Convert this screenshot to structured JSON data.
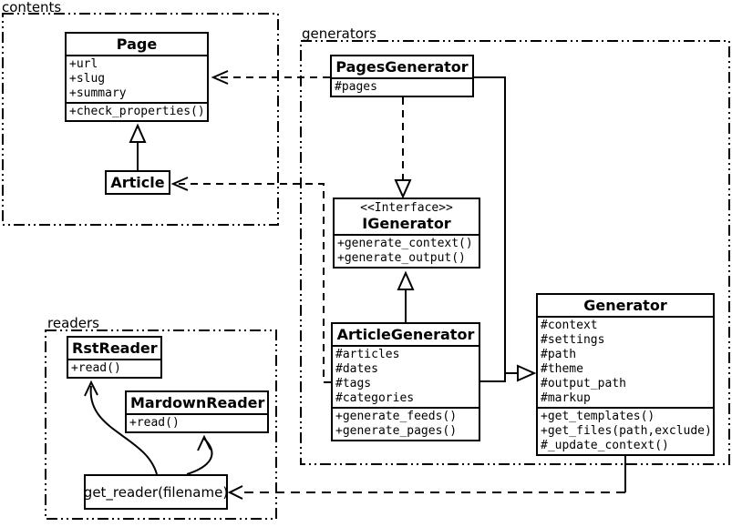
{
  "packages": {
    "contents": {
      "label": "contents"
    },
    "generators": {
      "label": "generators"
    },
    "readers": {
      "label": "readers"
    }
  },
  "classes": {
    "page": {
      "title": "Page",
      "attrs": [
        "+url",
        "+slug",
        "+summary"
      ],
      "methods": [
        "+check_properties()"
      ]
    },
    "article": {
      "title": "Article"
    },
    "pages_generator": {
      "title": "PagesGenerator",
      "attrs": [
        "#pages"
      ]
    },
    "igenerator": {
      "stereotype": "<<Interface>>",
      "title": "IGenerator",
      "methods": [
        "+generate_context()",
        "+generate_output()"
      ]
    },
    "article_generator": {
      "title": "ArticleGenerator",
      "attrs": [
        "#articles",
        "#dates",
        "#tags",
        "#categories"
      ],
      "methods": [
        "+generate_feeds()",
        "+generate_pages()"
      ]
    },
    "generator": {
      "title": "Generator",
      "attrs": [
        "#context",
        "#settings",
        "#path",
        "#theme",
        "#output_path",
        "#markup"
      ],
      "methods": [
        "+get_templates()",
        "+get_files(path,exclude)",
        "#_update_context()"
      ]
    },
    "rst_reader": {
      "title": "RstReader",
      "methods": [
        "+read()"
      ]
    },
    "mardown_reader": {
      "title": "MardownReader",
      "methods": [
        "+read()"
      ]
    },
    "get_reader": {
      "label": "get_reader(filename)"
    }
  },
  "relationships": [
    {
      "from": "Article",
      "to": "Page",
      "type": "generalization"
    },
    {
      "from": "PagesGenerator",
      "to": "Page",
      "type": "dependency"
    },
    {
      "from": "PagesGenerator",
      "to": "IGenerator",
      "type": "realization"
    },
    {
      "from": "ArticleGenerator",
      "to": "IGenerator",
      "type": "generalization"
    },
    {
      "from": "PagesGenerator",
      "to": "Generator",
      "type": "generalization"
    },
    {
      "from": "ArticleGenerator",
      "to": "Generator",
      "type": "generalization"
    },
    {
      "from": "ArticleGenerator",
      "to": "Article",
      "type": "dependency"
    },
    {
      "from": "Generator",
      "to": "get_reader(filename)",
      "type": "dependency"
    },
    {
      "from": "get_reader(filename)",
      "to": "RstReader",
      "type": "arrow"
    },
    {
      "from": "get_reader(filename)",
      "to": "MardownReader",
      "type": "arrow"
    }
  ],
  "colors": {
    "line": "#000000",
    "background": "#ffffff",
    "box_fill": "#ffffff"
  }
}
